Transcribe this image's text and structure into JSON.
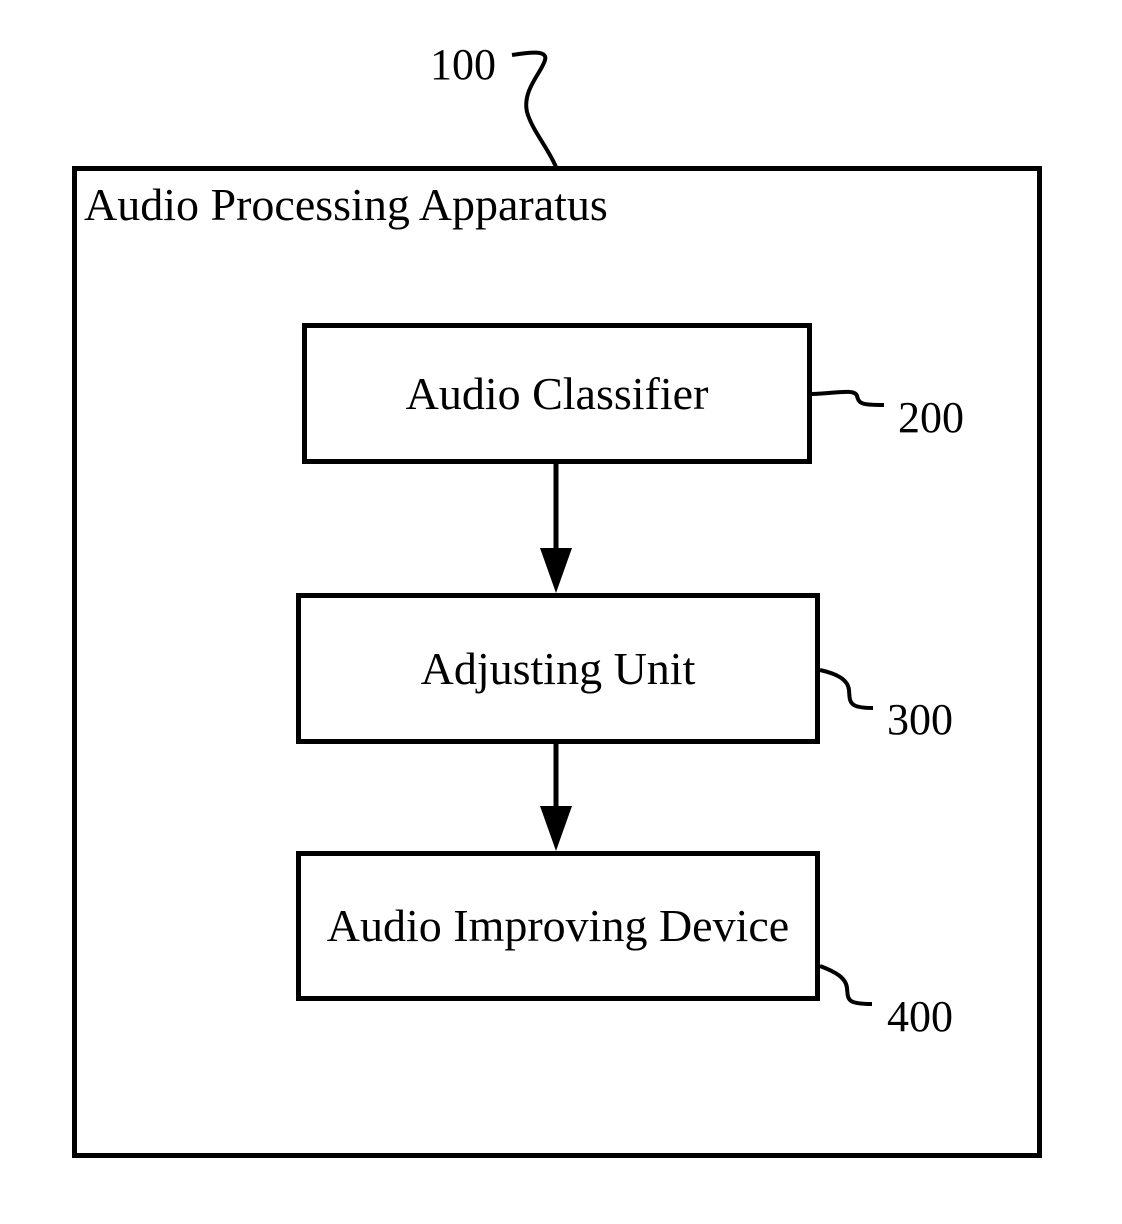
{
  "diagram": {
    "apparatus": {
      "title": "Audio Processing Apparatus",
      "ref": "100"
    },
    "blocks": [
      {
        "label": "Audio Classifier",
        "ref": "200"
      },
      {
        "label": "Adjusting Unit",
        "ref": "300"
      },
      {
        "label": "Audio Improving Device",
        "ref": "400"
      }
    ],
    "colors": {
      "stroke": "#000000",
      "background": "#ffffff"
    }
  }
}
